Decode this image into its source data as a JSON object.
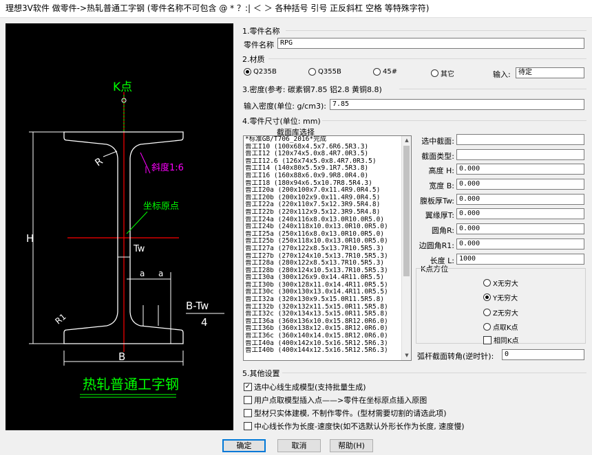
{
  "window": {
    "title": "理想3V软件 做零件->热轧普通工字钢 (零件名称不可包含 @ * ？:| ＜ ＞ 各种括号 引号 正反斜杠 空格 等特殊字符)"
  },
  "drawing": {
    "k_point_label": "K点",
    "r_label": "R",
    "slope_label": "斜度1:6",
    "origin_label": "坐标原点",
    "h_label": "H",
    "tw_label": "Tw",
    "a_label": "a",
    "b_tw_numerator": "B-Tw",
    "b_tw_denominator": "4",
    "r1_label": "R1",
    "b_label": "B",
    "caption": "热轧普通工字钢"
  },
  "section1": {
    "title": "1.零件名称",
    "name_label": "零件名称",
    "name_value": "RPG"
  },
  "section2": {
    "title": "2.材质",
    "options": [
      "Q235B",
      "Q355B",
      "45#",
      "其它"
    ],
    "selected": "Q235B",
    "input_label": "输入:",
    "input_value": "待定"
  },
  "section3": {
    "title": "3.密度(参考: 碳素钢7.85  铝2.8 黄铜8.8)",
    "density_label": "输入密度(单位: g/cm3):",
    "density_value": "7.85"
  },
  "section4": {
    "title": "4.零件尺寸(单位: mm)",
    "library_label": "截面库选择",
    "library_items": [
      "*标准GB/T706_2016*完成",
      "普工I10 (100x68x4.5x7.6R6.5R3.3)",
      "普工I12 (120x74x5.0x8.4R7.0R3.5)",
      "普工I12.6 (126x74x5.0x8.4R7.0R3.5)",
      "普工I14 (140x80x5.5x9.1R7.5R3.8)",
      "普工I16 (160x88x6.0x9.9R8.0R4.0)",
      "普工I18 (180x94x6.5x10.7R8.5R4.3)",
      "普工I20a (200x100x7.0x11.4R9.0R4.5)",
      "普工I20b (200x102x9.0x11.4R9.0R4.5)",
      "普工I22a (220x110x7.5x12.3R9.5R4.8)",
      "普工I22b (220x112x9.5x12.3R9.5R4.8)",
      "普工I24a (240x116x8.0x13.0R10.0R5.0)",
      "普工I24b (240x118x10.0x13.0R10.0R5.0)",
      "普工I25a (250x116x8.0x13.0R10.0R5.0)",
      "普工I25b (250x118x10.0x13.0R10.0R5.0)",
      "普工I27a (270x122x8.5x13.7R10.5R5.3)",
      "普工I27b (270x124x10.5x13.7R10.5R5.3)",
      "普工I28a (280x122x8.5x13.7R10.5R5.3)",
      "普工I28b (280x124x10.5x13.7R10.5R5.3)",
      "普工I30a (300x126x9.0x14.4R11.0R5.5)",
      "普工I30b (300x128x11.0x14.4R11.0R5.5)",
      "普工I30c (300x130x13.0x14.4R11.0R5.5)",
      "普工I32a (320x130x9.5x15.0R11.5R5.8)",
      "普工I32b (320x132x11.5x15.0R11.5R5.8)",
      "普工I32c (320x134x13.5x15.0R11.5R5.8)",
      "普工I36a (360x136x10.0x15.8R12.0R6.0)",
      "普工I36b (360x138x12.0x15.8R12.0R6.0)",
      "普工I36c (360x140x14.0x15.8R12.0R6.0)",
      "普工I40a (400x142x10.5x16.5R12.5R6.3)",
      "普工I40b (400x144x12.5x16.5R12.5R6.3)"
    ],
    "fields": [
      {
        "label": "选中截面:",
        "value": ""
      },
      {
        "label": "截面类型:",
        "value": ""
      },
      {
        "label": "高度 H:",
        "value": "0.000"
      },
      {
        "label": "宽度 B:",
        "value": "0.000"
      },
      {
        "label": "腹板厚Tw:",
        "value": "0.000"
      },
      {
        "label": "翼缘厚T:",
        "value": "0.000"
      },
      {
        "label": "圆角R:",
        "value": "0.000"
      },
      {
        "label": "边圆角R1:",
        "value": "0.000"
      },
      {
        "label": "长度 L:",
        "value": "1000"
      }
    ],
    "k_direction_label": "K点方位",
    "k_options": [
      "X无穷大",
      "Y无穷大",
      "Z无穷大",
      "点取K点"
    ],
    "k_selected": "Y无穷大",
    "same_k_label": "相同K点",
    "angle_label": "弧杆截面转角(逆时针):",
    "angle_value": "0"
  },
  "section5": {
    "title": "5.其他设置",
    "options": [
      {
        "label": "选中心线生成模型(支持批量生成)",
        "checked": true
      },
      {
        "label": "用户点取模型插入点——>零件在坐标原点插入原图",
        "checked": false
      },
      {
        "label": "型材只实体建模, 不制作零件。(型材需要切割的请选此项)",
        "checked": false
      },
      {
        "label": "中心线长作为长度-速度快(如不选默认外形长作为长度, 速度慢)",
        "checked": false
      }
    ]
  },
  "buttons": {
    "ok": "确定",
    "cancel": "取消",
    "help": "帮助(H)"
  },
  "colors": {
    "accent": "#0078d7",
    "drawing_bg": "#000000",
    "green": "#00ff00",
    "red": "#ff0000",
    "magenta": "#ff00ff"
  }
}
